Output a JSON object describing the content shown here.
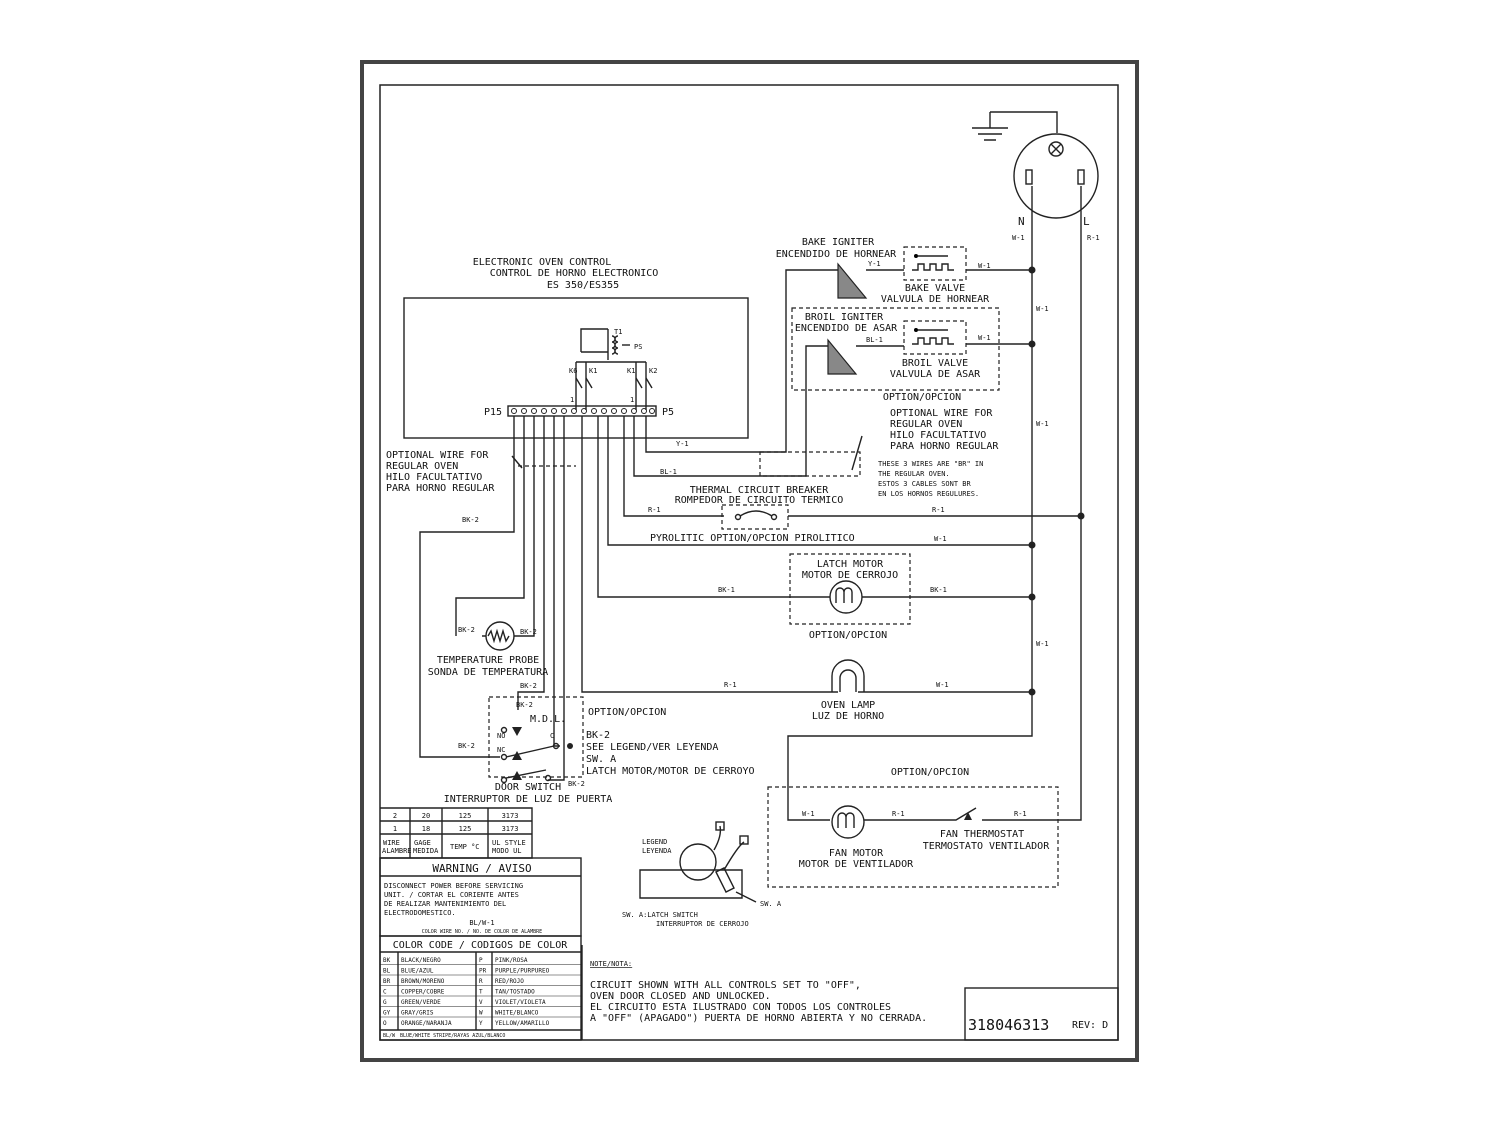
{
  "control": {
    "title1": "ELECTRONIC OVEN CONTROL",
    "title2": "CONTROL DE HORNO ELECTRONICO",
    "model": "ES 350/ES355",
    "t1": "T1",
    "ps": "PS",
    "k6": "K6",
    "k1a": "K1",
    "k1b": "K1",
    "k2": "K2",
    "p15": "P15",
    "p5": "P5",
    "pin1a": "1",
    "pin1b": "1"
  },
  "plug": {
    "n": "N",
    "l": "L",
    "w1": "W-1",
    "r1": "R-1"
  },
  "bake": {
    "igniter1": "BAKE IGNITER",
    "igniter2": "ENCENDIDO DE HORNEAR",
    "wire": "Y-1",
    "valve1": "BAKE VALVE",
    "valve2": "VALVULA DE HORNEAR",
    "wire_right": "W-1"
  },
  "broil": {
    "igniter1": "BROIL IGNITER",
    "igniter2": "ENCENDIDO DE ASAR",
    "wire": "BL-1",
    "valve1": "BROIL VALVE",
    "valve2": "VALVULA DE ASAR",
    "wire_right": "W-1",
    "option": "OPTION/OPCION"
  },
  "optional_right": {
    "l1": "OPTIONAL WIRE FOR",
    "l2": "REGULAR OVEN",
    "l3": "HILO FACULTATIVO",
    "l4": "PARA HORNO REGULAR"
  },
  "br_note": {
    "l1": "THESE 3 WIRES ARE \"BR\" IN",
    "l2": "THE REGULAR OVEN.",
    "l3": "ESTOS 3 CABLES SONT BR",
    "l4": "EN LOS HORNOS REGULURES."
  },
  "optional_left": {
    "l1": "OPTIONAL WIRE FOR",
    "l2": "REGULAR OVEN",
    "l3": "HILO FACULTATIVO",
    "l4": "PARA HORNO REGULAR"
  },
  "wires": {
    "y1": "Y-1",
    "bl1": "BL-1",
    "r1a": "R-1",
    "r1b": "R-1",
    "w1a": "W-1",
    "bk1a": "BK-1",
    "bk1b": "BK-1",
    "r1c": "R-1",
    "w1b": "W-1",
    "w1c": "W-1",
    "w1d": "W-1",
    "w1e": "W-1",
    "bk2top": "BK-2"
  },
  "thermal": {
    "l1": "THERMAL CIRCUIT BREAKER",
    "l2": "ROMPEDOR DE CIRCUITO TERMICO"
  },
  "pyrolitic": "PYROLITIC OPTION/OPCION PIROLITICO",
  "latch": {
    "l1": "LATCH MOTOR",
    "l2": "MOTOR DE CERROJO",
    "option": "OPTION/OPCION"
  },
  "lamp": {
    "l1": "OVEN LAMP",
    "l2": "LUZ DE HORNO"
  },
  "probe": {
    "l1": "TEMPERATURE PROBE",
    "l2": "SONDA DE TEMPERATURA",
    "wa": "BK-2",
    "wb": "BK-2",
    "wc": "BK-2"
  },
  "mdl": {
    "title": "M.D.L.",
    "option": "OPTION/OPCION",
    "no": "NO",
    "nc": "NC",
    "c": "C",
    "bk2a": "BK-2",
    "bk2b": "BK-2",
    "bk2c": "BK-2",
    "bk2d": "BK-2",
    "legend1": "SEE LEGEND/VER LEYENDA",
    "legend2": "SW. A",
    "legend3": "LATCH MOTOR/MOTOR DE CERROYO",
    "door1": "DOOR SWITCH",
    "door2": "INTERRUPTOR DE LUZ DE PUERTA"
  },
  "fan": {
    "option": "OPTION/OPCION",
    "w1": "W-1",
    "r1a": "R-1",
    "r1b": "R-1",
    "motor1": "FAN MOTOR",
    "motor2": "MOTOR DE VENTILADOR",
    "thermo1": "FAN THERMOSTAT",
    "thermo2": "TERMOSTATO VENTILADOR"
  },
  "legend_fig": {
    "l1": "LEGEND",
    "l2": "LEYENDA",
    "swa": "SW. A",
    "c1": "SW. A:LATCH SWITCH",
    "c2": "INTERRUPTOR DE CERROJO"
  },
  "wire_table": {
    "rows": [
      [
        "2",
        "20",
        "125",
        "3173"
      ],
      [
        "1",
        "18",
        "125",
        "3173"
      ]
    ],
    "headers": [
      [
        "WIRE",
        "ALAMBRE"
      ],
      [
        "GAGE",
        "MEDIDA"
      ],
      [
        "TEMP °C",
        ""
      ],
      [
        "UL STYLE",
        "MODO UL"
      ]
    ]
  },
  "warning": {
    "title": "WARNING / AVISO",
    "l1": "DISCONNECT POWER BEFORE SERVICING",
    "l2": "UNIT. / CORTAR EL CORIENTE ANTES",
    "l3": "DE REALIZAR MANTENIMIENTO DEL",
    "l4": "ELECTRODOMESTICO.",
    "example": "BL/W-1",
    "example_caption": "COLOR WIRE NO. / NO. DE COLOR DE ALAMBRE"
  },
  "color_code": {
    "title": "COLOR CODE / CODIGOS DE COLOR",
    "rows": [
      [
        "BK",
        "BLACK/NEGRO",
        "P",
        "PINK/ROSA"
      ],
      [
        "BL",
        "BLUE/AZUL",
        "PR",
        "PURPLE/PURPUREO"
      ],
      [
        "BR",
        "BROWN/MORENO",
        "R",
        "RED/ROJO"
      ],
      [
        "C",
        "COPPER/COBRE",
        "T",
        "TAN/TOSTADO"
      ],
      [
        "G",
        "GREEN/VERDE",
        "V",
        "VIOLET/VIOLETA"
      ],
      [
        "GY",
        "GRAY/GRIS",
        "W",
        "WHITE/BLANCO"
      ],
      [
        "O",
        "ORANGE/NARANJA",
        "Y",
        "YELLOW/AMARILLO"
      ]
    ],
    "last": [
      "BL/W",
      "BLUE/WHITE STRIPE/RAYAS AZUL/BLANCO"
    ]
  },
  "note": {
    "title": "NOTE/NOTA:",
    "l1": "CIRCUIT SHOWN WITH ALL CONTROLS SET TO \"OFF\",",
    "l2": "OVEN DOOR CLOSED AND UNLOCKED.",
    "l3": "EL CIRCUITO ESTA ILUSTRADO CON TODOS LOS CONTROLES",
    "l4": "A \"OFF\" (APAGADO\") PUERTA DE HORNO ABIERTA Y NO CERRADA."
  },
  "part": {
    "number": "318046313",
    "rev": "REV: D"
  }
}
